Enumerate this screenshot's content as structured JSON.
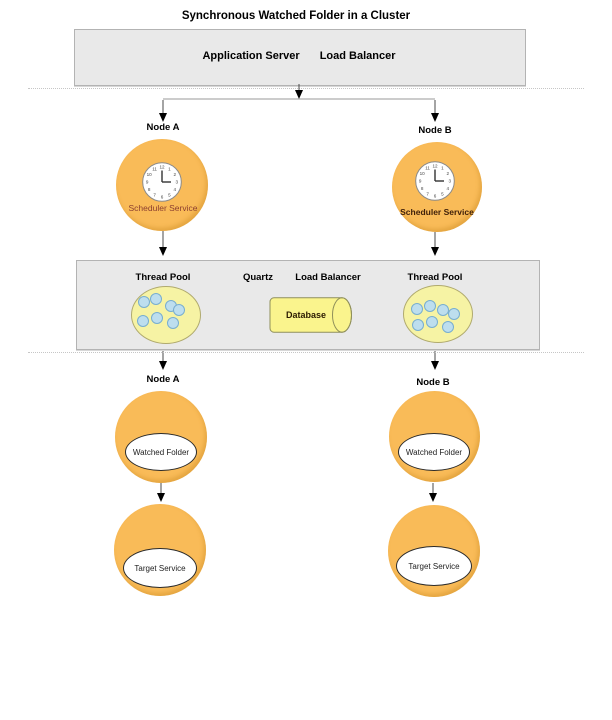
{
  "title": "Synchronous Watched Folder in a Cluster",
  "app_server": {
    "label_left": "Application Server",
    "label_right": "Load Balancer"
  },
  "scheduler_tier": {
    "node_a": {
      "name": "Node A",
      "service": "Scheduler Service"
    },
    "node_b": {
      "name": "Node B",
      "service": "Scheduler Service"
    }
  },
  "middle_tier": {
    "thread_pool_left": "Thread Pool",
    "quartz": "Quartz",
    "load_balancer": "Load Balancer",
    "database": "Database",
    "thread_pool_right": "Thread Pool"
  },
  "folder_tier": {
    "node_a": {
      "name": "Node A",
      "folder": "Watched Folder",
      "target": "Target Service"
    },
    "node_b": {
      "name": "Node B",
      "folder": "Watched Folder",
      "target": "Target Service"
    }
  },
  "clock_numbers": [
    "12",
    "1",
    "2",
    "3",
    "4",
    "5",
    "6",
    "7",
    "8",
    "9",
    "10",
    "11"
  ],
  "colors": {
    "node_fill": "#F9BB58",
    "panel_fill": "#E9E9E9",
    "pool_fill": "#F6F3A4",
    "dot_fill": "#BDDEEE",
    "db_fill": "#FAF48D"
  }
}
